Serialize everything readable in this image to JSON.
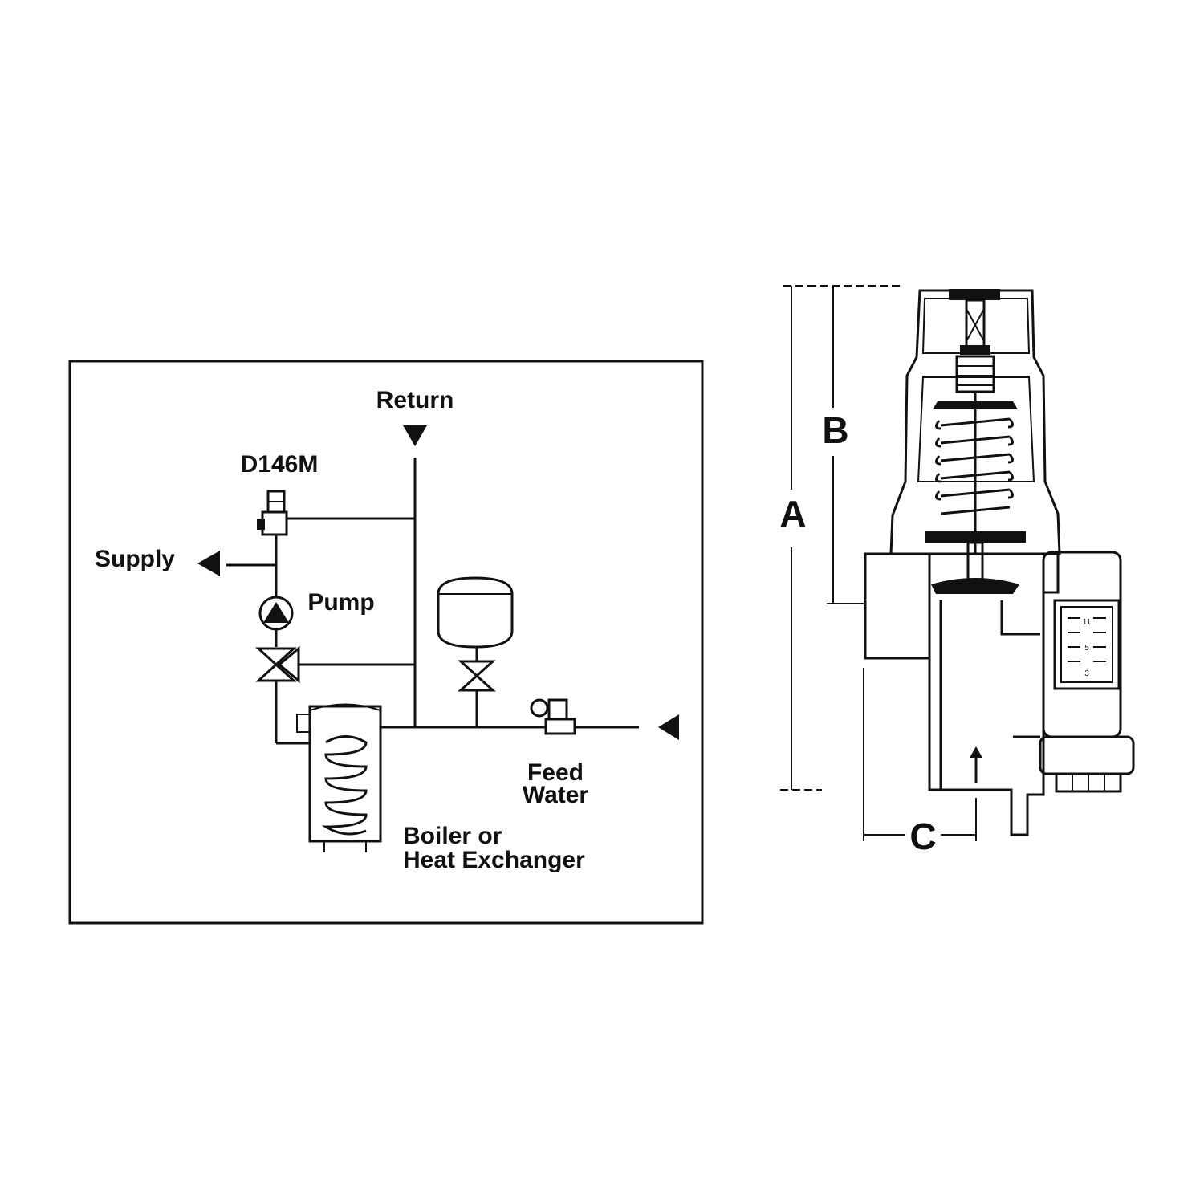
{
  "schematic": {
    "return_label": "Return",
    "valve_label": "D146M",
    "supply_label": "Supply",
    "pump_label": "Pump",
    "feed_label_line1": "Feed",
    "feed_label_line2": "Water",
    "boiler_label_line1": "Boiler or",
    "boiler_label_line2": "Heat Exchanger"
  },
  "dimensions": {
    "a": "A",
    "b": "B",
    "c": "C"
  },
  "gauge_scale": [
    "11",
    "5",
    "3"
  ]
}
